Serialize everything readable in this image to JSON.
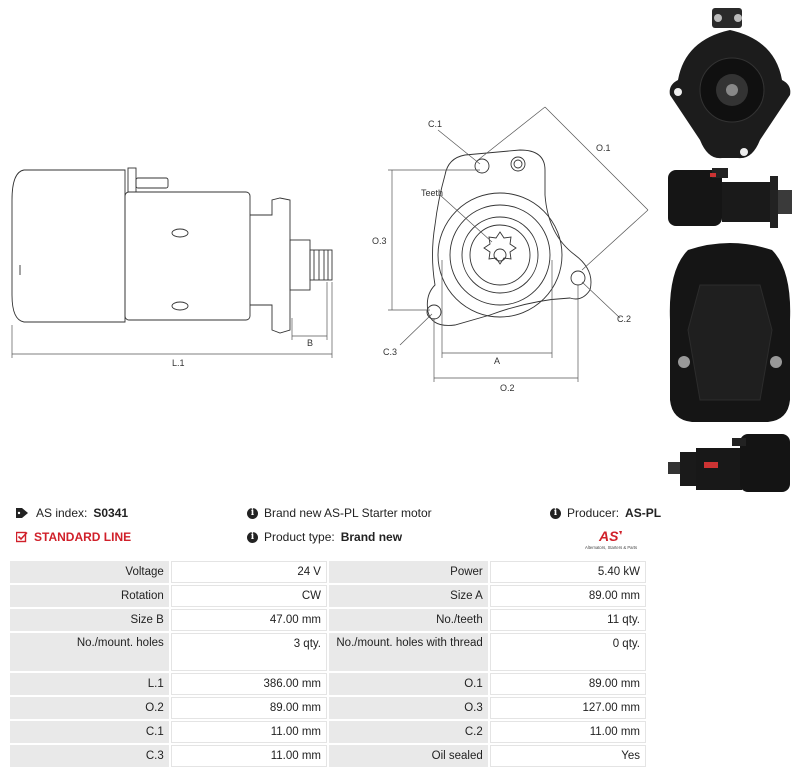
{
  "drawing": {
    "labels": {
      "l1": "L.1",
      "b": "B",
      "c1": "C.1",
      "o1": "O.1",
      "o3": "O.3",
      "teeth": "Teeth",
      "c2": "C.2",
      "c3": "C.3",
      "a": "A",
      "o2": "O.2"
    }
  },
  "info": {
    "as_index_label": "AS index:",
    "as_index_value": "S0341",
    "standard_line": "STANDARD LINE",
    "description": "Brand new AS-PL Starter motor",
    "product_type_label": "Product type:",
    "product_type_value": "Brand new",
    "producer_label": "Producer:",
    "producer_value": "AS-PL",
    "logo_text": "AS",
    "logo_subtext": "Alternators, Starters & Parts"
  },
  "specs": [
    {
      "k1": "Voltage",
      "v1": "24 V",
      "k2": "Power",
      "v2": "5.40 kW"
    },
    {
      "k1": "Rotation",
      "v1": "CW",
      "k2": "Size A",
      "v2": "89.00 mm"
    },
    {
      "k1": "Size B",
      "v1": "47.00 mm",
      "k2": "No./teeth",
      "v2": "11 qty."
    },
    {
      "k1": "No./mount. holes",
      "v1": "3 qty.",
      "k2": "No./mount. holes with thread",
      "v2": "0 qty."
    },
    {
      "k1": "L.1",
      "v1": "386.00 mm",
      "k2": "O.1",
      "v2": "89.00 mm"
    },
    {
      "k1": "O.2",
      "v1": "89.00 mm",
      "k2": "O.3",
      "v2": "127.00 mm"
    },
    {
      "k1": "C.1",
      "v1": "11.00 mm",
      "k2": "C.2",
      "v2": "11.00 mm"
    },
    {
      "k1": "C.3",
      "v1": "11.00 mm",
      "k2": "Oil sealed",
      "v2": "Yes"
    }
  ]
}
